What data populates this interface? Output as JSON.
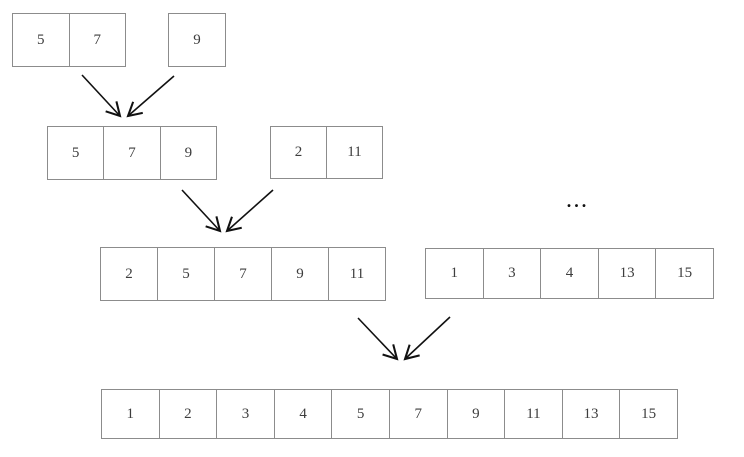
{
  "diagram": {
    "ellipsis": "...",
    "arrays": {
      "step1_left": {
        "cells": [
          "5",
          "7"
        ]
      },
      "step1_single": {
        "cells": [
          "9"
        ]
      },
      "step2_merged": {
        "cells": [
          "5",
          "7",
          "9"
        ]
      },
      "step2_pair": {
        "cells": [
          "2",
          "11"
        ]
      },
      "step3_merged": {
        "cells": [
          "2",
          "5",
          "7",
          "9",
          "11"
        ]
      },
      "step3_other": {
        "cells": [
          "1",
          "3",
          "4",
          "13",
          "15"
        ]
      },
      "final_merged": {
        "cells": [
          "1",
          "2",
          "3",
          "4",
          "5",
          "7",
          "9",
          "11",
          "13",
          "15"
        ]
      }
    }
  }
}
